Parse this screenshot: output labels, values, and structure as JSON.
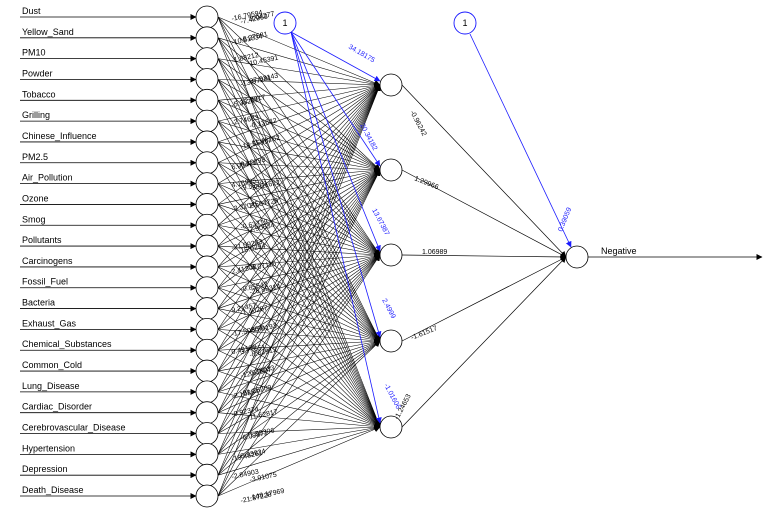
{
  "network": {
    "inputs": [
      "Dust",
      "Yellow_Sand",
      "PM10",
      "Powder",
      "Tobacco",
      "Grilling",
      "Chinese_Influence",
      "PM2.5",
      "Air_Pollution",
      "Ozone",
      "Smog",
      "Pollutants",
      "Carcinogens",
      "Fossil_Fuel",
      "Bacteria",
      "Exhaust_Gas",
      "Chemical_Substances",
      "Common_Cold",
      "Lung_Disease",
      "Cardiac_Disorder",
      "Cerebrovascular_Disease",
      "Hypertension",
      "Depression",
      "Death_Disease"
    ],
    "hidden_count": 5,
    "output": "Negative",
    "bias_label": "1",
    "bias_hidden_weights": [
      "34.18175",
      "20.34182",
      "13.67387",
      "2.4999",
      "-1.01606"
    ],
    "hidden_output_weights": [
      "-0.96242",
      "1.29966",
      "1.06989",
      "-1.61517",
      "-1.24653"
    ],
    "bias_output_weight": "0.39059",
    "input_weight_labels": [
      "-16.79594",
      "-7.42963",
      "3.04277",
      "-10.61834",
      "-6.27681",
      "10.45391",
      "-1.88212",
      "-13.97281",
      "37.63143",
      "-5.35291",
      "12.2917",
      "-0.13642",
      "-2.74683",
      "-14.55317",
      "-11.48162",
      "6.95471",
      "0.10293",
      "-38.11622",
      "4.18905",
      "-9.52781",
      "20.04728",
      "-3.32045",
      "-0.63719",
      "7.90634",
      "-21.09283",
      "15.0294",
      "-4.07116",
      "2.41308",
      "-0.85542",
      "-26.88314",
      "9.21457",
      "-1.40287",
      "-5.88193",
      "-17.50364",
      "3.77651",
      "-8.82912",
      "0.49188",
      "-12.61507",
      "6.28033",
      "-2.10854",
      "-31.25209",
      "11.62817",
      "-0.92374",
      "-6.09871",
      "1.55306",
      "-19.48261",
      "8.33924",
      "-3.91075",
      "-2.84903",
      "-21.87228",
      "-148.17969"
    ]
  }
}
